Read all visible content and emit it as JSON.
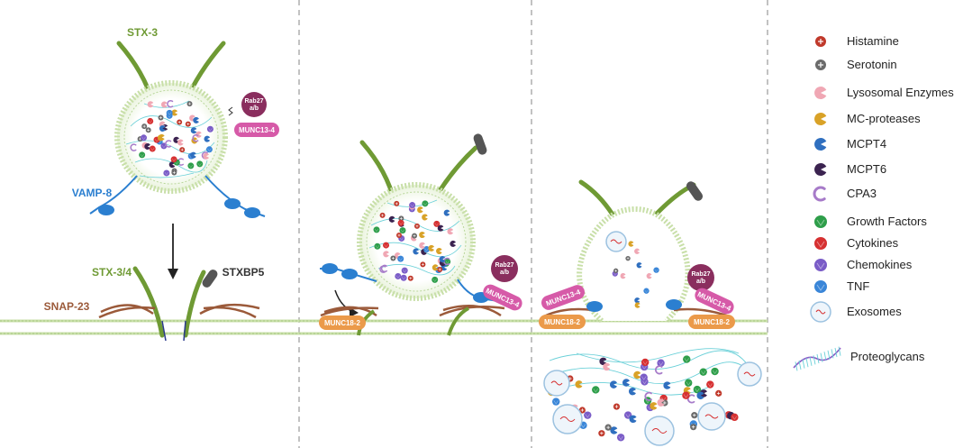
{
  "labels": {
    "stx3": "STX-3",
    "vamp8": "VAMP-8",
    "stx34": "STX-3/4",
    "snap23": "SNAP-23",
    "stxbp5": "STXBP5",
    "rab27": "Rab27",
    "rab27_sub": "a/b",
    "munc134": "MUNC13-4",
    "munc182": "MUNC18-2"
  },
  "legend": [
    {
      "label": "Histamine",
      "icon": "histamine-icon",
      "color": "#c0392b"
    },
    {
      "label": "Serotonin",
      "icon": "serotonin-icon",
      "color": "#6b6b6b"
    },
    {
      "label": "Lysosomal Enzymes",
      "icon": "lysosomal-enzyme-icon",
      "color": "#f0a7b4"
    },
    {
      "label": "MC-proteases",
      "icon": "mc-protease-icon",
      "color": "#d9a227"
    },
    {
      "label": "MCPT4",
      "icon": "mcpt4-icon",
      "color": "#2f6fbf"
    },
    {
      "label": "MCPT6",
      "icon": "mcpt6-icon",
      "color": "#3b2350"
    },
    {
      "label": "CPA3",
      "icon": "cpa3-icon",
      "color": "#a77bc9"
    },
    {
      "label": "Growth Factors",
      "icon": "growth-factor-icon",
      "color": "#2e9e4a"
    },
    {
      "label": "Cytokines",
      "icon": "cytokine-icon",
      "color": "#d63031"
    },
    {
      "label": "Chemokines",
      "icon": "chemokine-icon",
      "color": "#7a5cc7"
    },
    {
      "label": "TNF",
      "icon": "tnf-icon",
      "color": "#3a86d8"
    },
    {
      "label": "Exosomes",
      "icon": "exosome-icon",
      "color": "#c9dbe8"
    },
    {
      "label": "Proteoglycans",
      "icon": "proteoglycan-icon",
      "color": "#6ad0d8"
    }
  ],
  "colors": {
    "stx": "#6f9a34",
    "vamp": "#2b7fd0",
    "snap": "#9b5a3a",
    "rab": "#8a2e5e",
    "munc134": "#d65aa8",
    "munc182": "#eb9a4a",
    "membrane": "#c8dfa8",
    "divider": "#9a9a9a"
  }
}
